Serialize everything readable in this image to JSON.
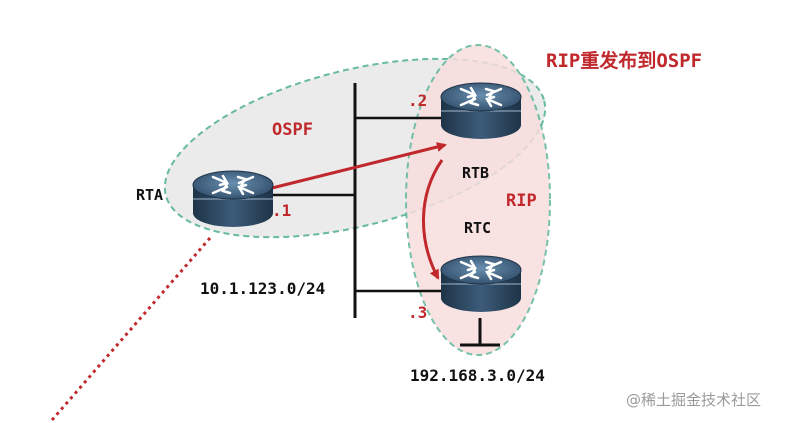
{
  "title": "RIP重发布到OSPF",
  "areas": {
    "ospf": "OSPF",
    "rip": "RIP"
  },
  "routers": {
    "rta": "RTA",
    "rtb": "RTB",
    "rtc": "RTC"
  },
  "interfaces": {
    "rta": ".1",
    "rtb": ".2",
    "rtc": ".3"
  },
  "networks": {
    "shared": "10.1.123.0/24",
    "rtc_lan": "192.168.3.0/24"
  },
  "watermark": "@稀土掘金技术社区",
  "colors": {
    "accent_red": "#c0282c",
    "ospf_fill": "#e9eae9",
    "ospf_stroke": "#5fb79a",
    "rip_fill": "#f7dede",
    "rip_stroke": "#5fb79a",
    "router_body": "#2e4a63",
    "router_top": "#4d7496",
    "line": "#111111"
  }
}
